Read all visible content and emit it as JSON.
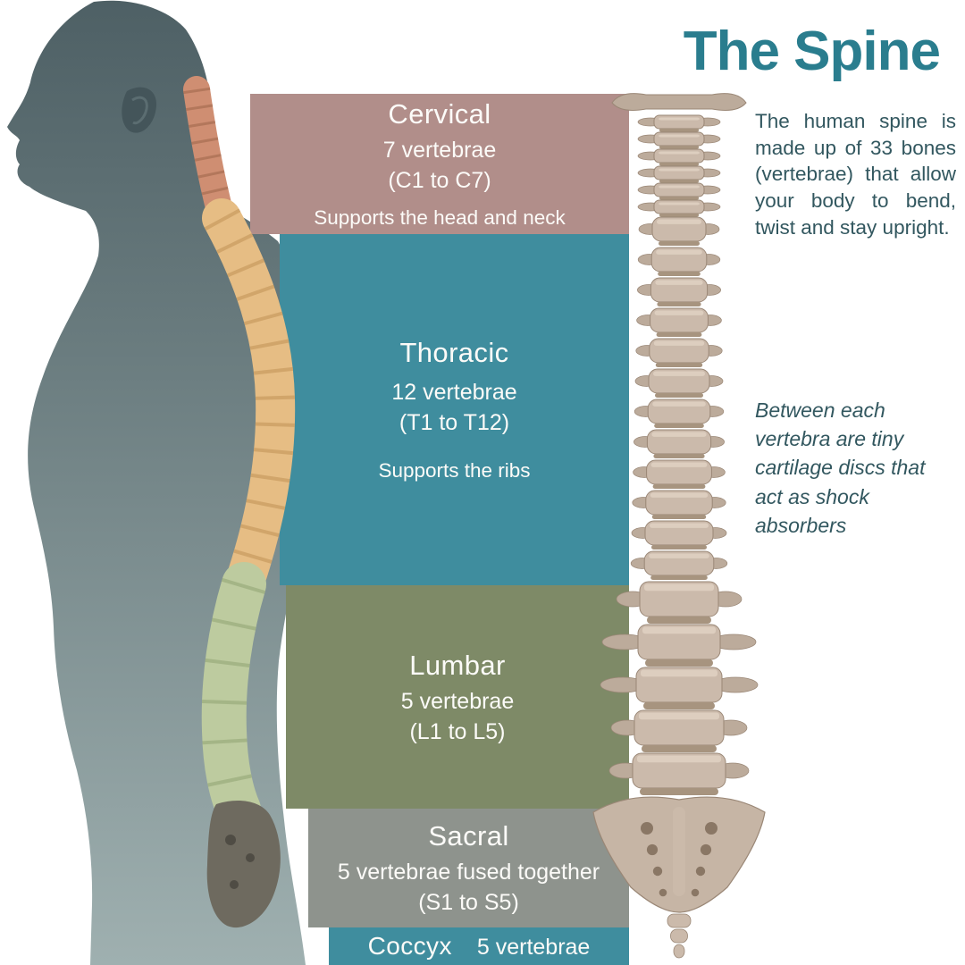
{
  "title": "The Spine",
  "intro": "The human spine is made up of 33 bones (vertebrae) that allow your body to bend, twist and stay upright.",
  "note": "Between each vertebra are tiny cartilage discs that act as shock absorbers",
  "sections": [
    {
      "name": "Cervical",
      "count": "7 vertebrae",
      "range": "(C1 to C7)",
      "desc": "Supports the head and neck",
      "color": "#b18e8a"
    },
    {
      "name": "Thoracic",
      "count": "12 vertebrae",
      "range": "(T1 to T12)",
      "desc": "Supports the ribs",
      "color": "#3f8d9e"
    },
    {
      "name": "Lumbar",
      "count": "5 vertebrae",
      "range": "(L1 to L5)",
      "color": "#7e8a67"
    },
    {
      "name": "Sacral",
      "count": "5 vertebrae fused together",
      "range": "(S1 to S5)",
      "color": "#8e938d"
    },
    {
      "name": "Coccyx",
      "count": "5 vertebrae",
      "color": "#3f8d9e"
    }
  ],
  "colors": {
    "accent": "#2a7d8e",
    "body_text": "#32575f",
    "band_text": "#fcfbf8",
    "cervical_band": "#b18e8a",
    "thoracic_band": "#3f8d9e",
    "lumbar_band": "#7e8a67",
    "sacral_band": "#8e938d",
    "coccyx_band": "#3f8d9e",
    "spine_cervical": "#cf8e72",
    "spine_thoracic": "#e6bd84",
    "spine_lumbar": "#bdcb9f",
    "bone": "#cbbaab"
  }
}
